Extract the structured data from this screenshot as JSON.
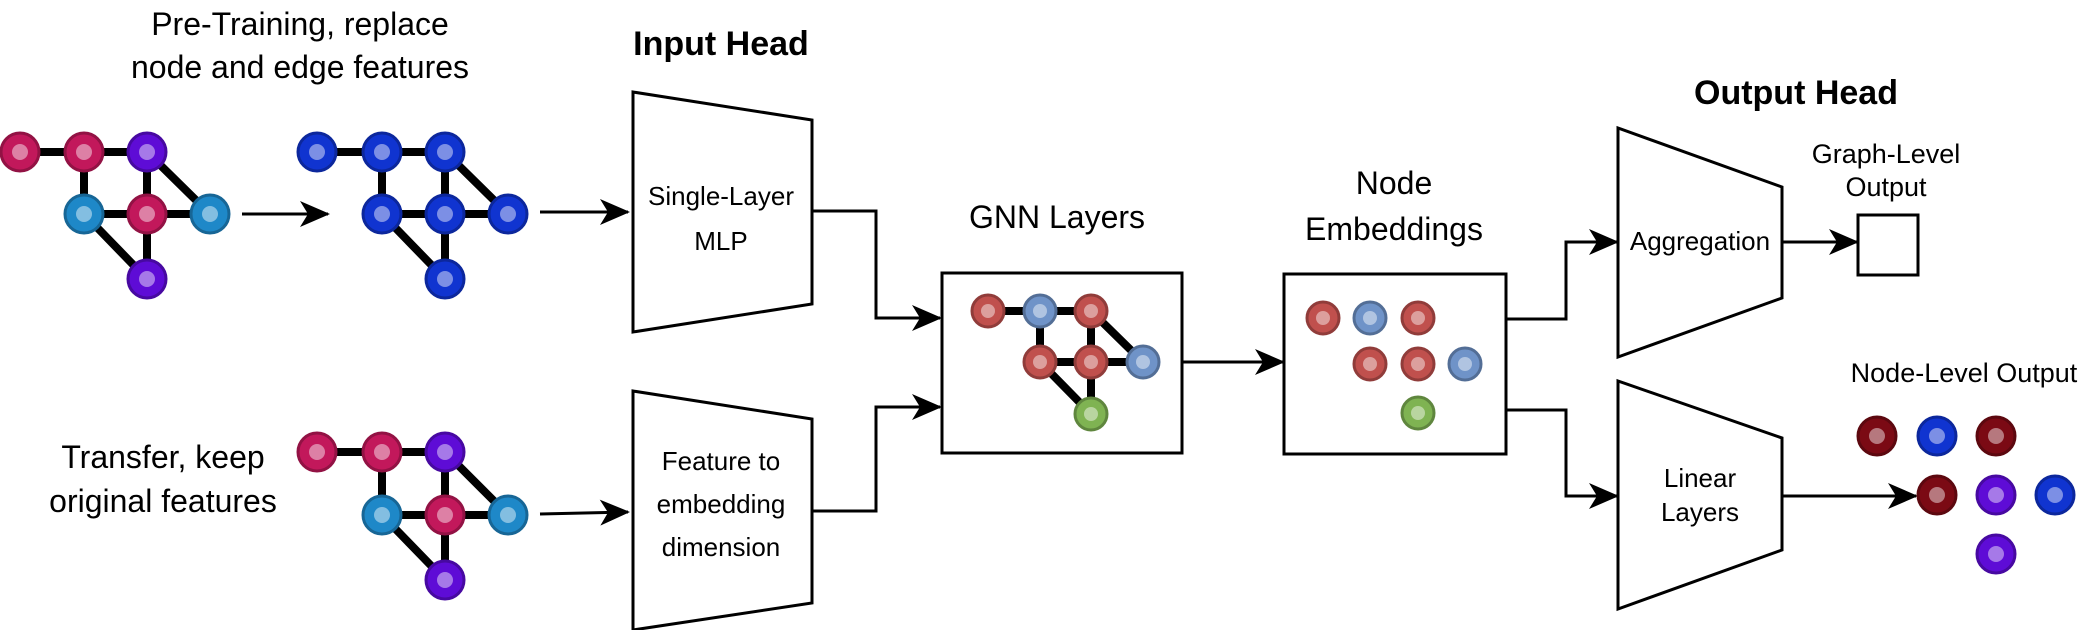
{
  "texts": {
    "pretraining_line1": "Pre-Training, replace",
    "pretraining_line2": "node and edge features",
    "transfer_line1": "Transfer, keep",
    "transfer_line2": "original features",
    "input_head": "Input Head",
    "mlp_line1": "Single-Layer",
    "mlp_line2": "MLP",
    "feat_line1": "Feature to",
    "feat_line2": "embedding",
    "feat_line3": "dimension",
    "gnn_layers": "GNN Layers",
    "node_emb_line1": "Node",
    "node_emb_line2": "Embeddings",
    "output_head": "Output Head",
    "aggregation": "Aggregation",
    "linear_line1": "Linear",
    "linear_line2": "Layers",
    "graph_out_line1": "Graph-Level",
    "graph_out_line2": "Output",
    "node_out": "Node-Level Output"
  },
  "colors": {
    "magenta": "#c2185b",
    "purple": "#5e0cd6",
    "cyan": "#1e88c8",
    "blue": "#1034d0",
    "red": "#c0504d",
    "lightblue": "#6f93c8",
    "green": "#7fb352",
    "darkred": "#7b0a14",
    "stroke": "#000000"
  }
}
